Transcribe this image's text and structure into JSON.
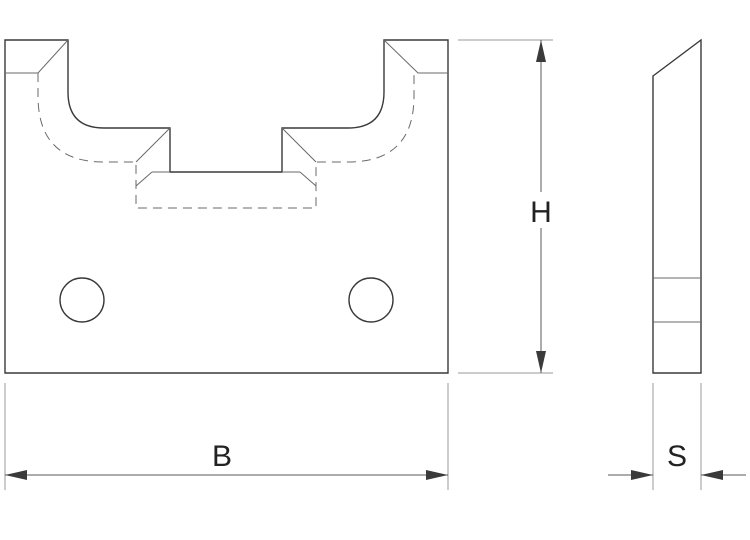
{
  "dimensions": {
    "height_label": "H",
    "width_label": "B",
    "thickness_label": "S"
  },
  "colors": {
    "line": "#3a3a3a",
    "hidden_line": "#6a6a6a",
    "extension_line": "#9a9a9a",
    "background": "#ffffff"
  }
}
